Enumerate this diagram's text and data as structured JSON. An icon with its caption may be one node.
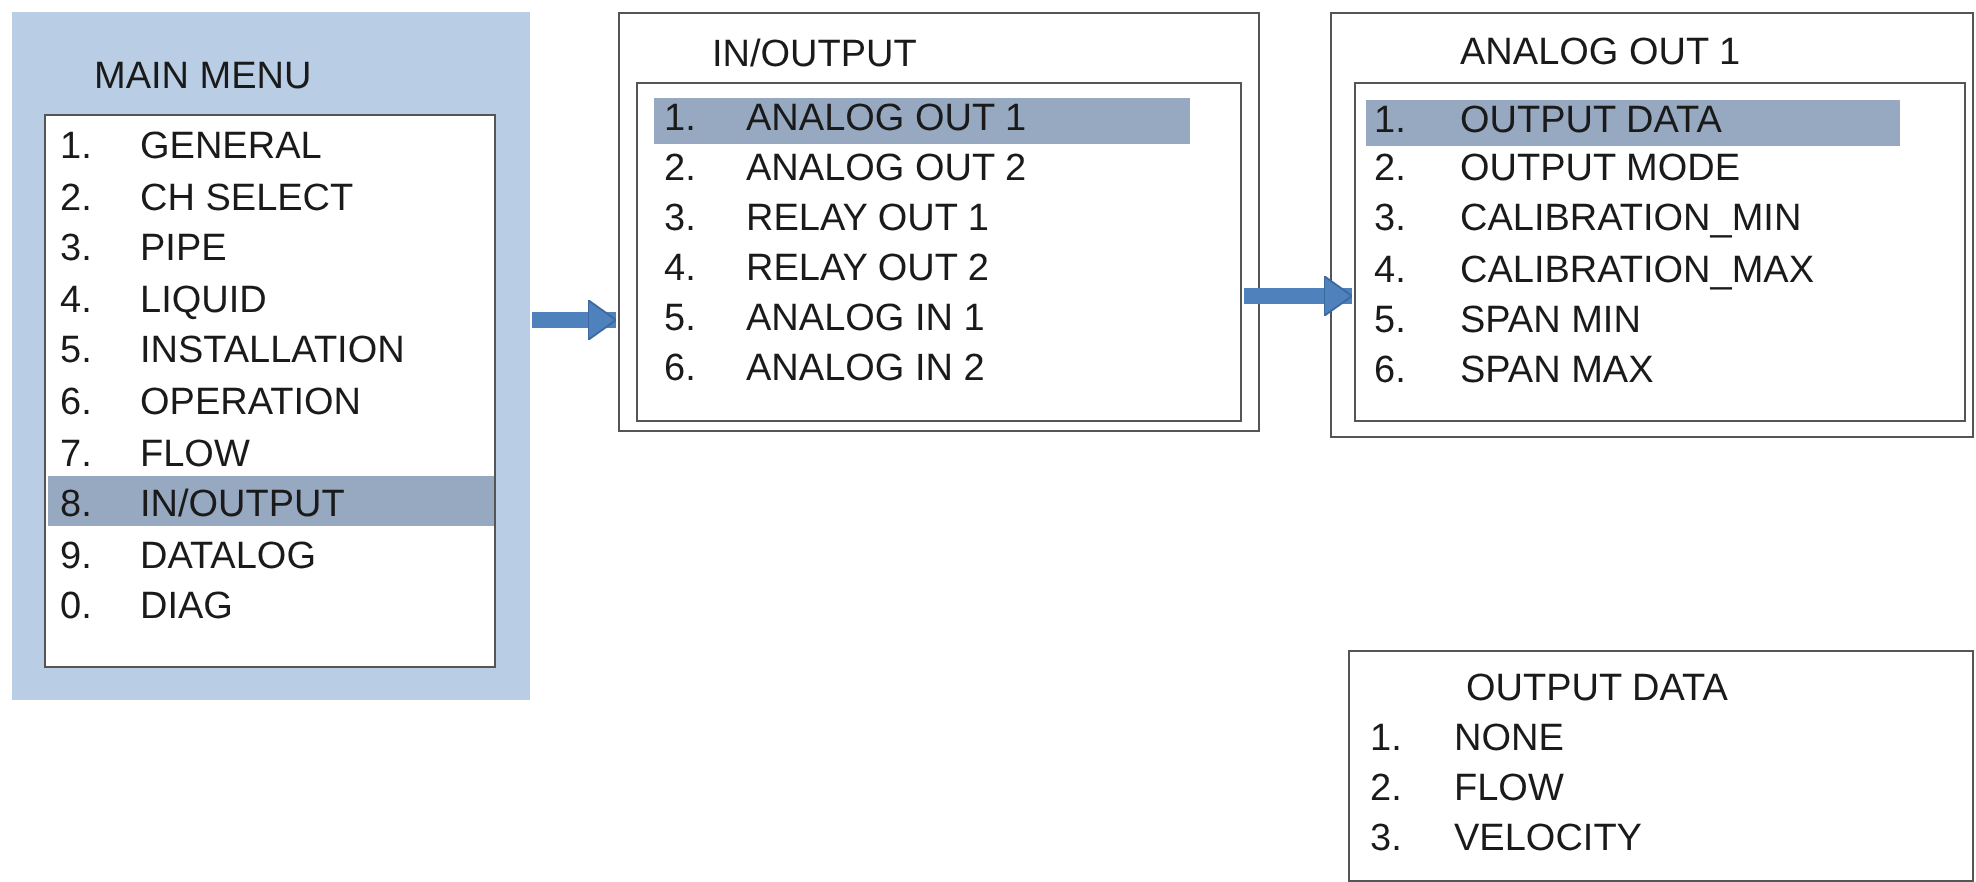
{
  "diagram": {
    "nodes": [
      {
        "text": [
          "MAIN MENU"
        ]
      },
      {
        "text": [
          "1.",
          "GENERAL",
          "2.",
          "CH SELECT",
          "3.",
          "PIPE",
          "4.",
          "LIQUID",
          "5.",
          "INSTALLATION",
          "6.",
          "OPERATION",
          "7.",
          "FLOW",
          "9.",
          "DATALOG",
          "0.",
          "DIAG"
        ],
        "in": 0
      },
      {
        "text": [
          "8.",
          "IN/OUTPUT"
        ],
        "in": 1
      },
      {
        "text": [
          "IN/OUTPUT"
        ]
      },
      {
        "text": [
          "2.",
          "ANALOG OUT 2",
          "3.",
          "RELAY OUT 1",
          "4.",
          "RELAY OUT 2",
          "5.",
          "ANALOG IN 1",
          "6.",
          "ANALOG IN 2"
        ],
        "in": 3
      },
      {
        "text": [
          "1.",
          "ANALOG OUT 1"
        ],
        "in": 4
      },
      {
        "text": [
          "ANALOG OUT 1"
        ]
      },
      {
        "text": [
          "2.",
          "OUTPUT MODE",
          "3.",
          "CALIBRATION_MIN",
          "4.",
          "CALIBRATION_MAX",
          "5.",
          "SPAN MIN",
          "6.",
          "SPAN MAX"
        ],
        "in": 6
      },
      {
        "text": [
          "1.",
          "OUTPUT DATA"
        ],
        "in": 7
      },
      {
        "text": [
          "OUTPUT DATA",
          "1.",
          "NONE",
          "2.",
          "FLOW",
          "3.",
          "VELOCITY"
        ]
      }
    ],
    "edges": [
      {
        "from": 0,
        "to": 3,
        "arrow": "to"
      },
      {
        "from": 4,
        "to": 7,
        "arrow": "to"
      }
    ]
  }
}
